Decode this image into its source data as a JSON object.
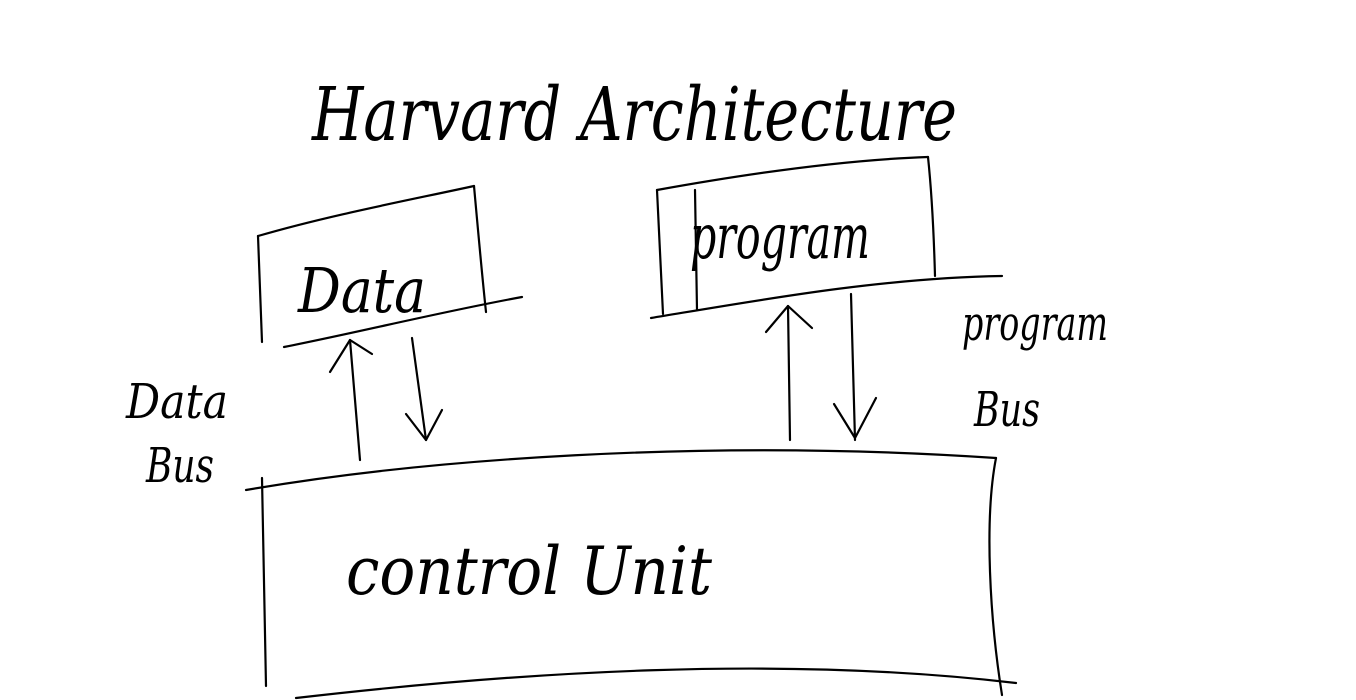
{
  "diagram": {
    "title": "Harvard Architecture",
    "boxes": {
      "data_memory": "Data",
      "program_memory": "program",
      "control_unit": "control Unit"
    },
    "bus_labels": {
      "data_bus_line1": "Data",
      "data_bus_line2": "Bus",
      "program_bus_line1": "program",
      "program_bus_line2": "Bus"
    },
    "colors": {
      "ink": "#000000",
      "background": "#ffffff"
    }
  }
}
